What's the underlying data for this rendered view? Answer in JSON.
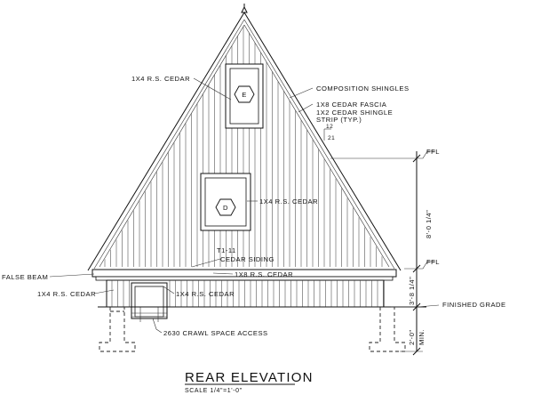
{
  "drawing": {
    "title": "REAR ELEVATION",
    "scale": "SCALE 1/4\"=1'-0\""
  },
  "labels": {
    "cedar_upper": "1X4 R.S. CEDAR",
    "composition_shingles": "COMPOSITION SHINGLES",
    "cedar_fascia": "1X8 CEDAR FASCIA",
    "cedar_shingle_strip_1": "1X2 CEDAR SHINGLE",
    "cedar_shingle_strip_2": "STRIP (TYP.)",
    "pitch_rise": "12",
    "pitch_run": "21",
    "cedar_mid": "1X4 R.S. CEDAR",
    "t111": "T1-11",
    "cedar_siding": "CEDAR SIDING",
    "cedar_band": "1X8 R.S. CEDAR",
    "false_beam": "FALSE BEAM",
    "cedar_lower_left": "1X4 R.S. CEDAR",
    "cedar_lower_right": "1X4 R.S. CEDAR",
    "crawl_space": "2630 CRAWL SPACE ACCESS",
    "finished_grade": "FINISHED GRADE",
    "window_e": "E",
    "window_d": "D"
  },
  "dimensions": {
    "ffl_top": "FFL",
    "ffl_bottom": "FFL",
    "wall_height": "8'-0 1/4\"",
    "foundation_above": "3'-8 1/4\"",
    "footing_depth": "2'-0\"",
    "footing_min": "MIN."
  }
}
